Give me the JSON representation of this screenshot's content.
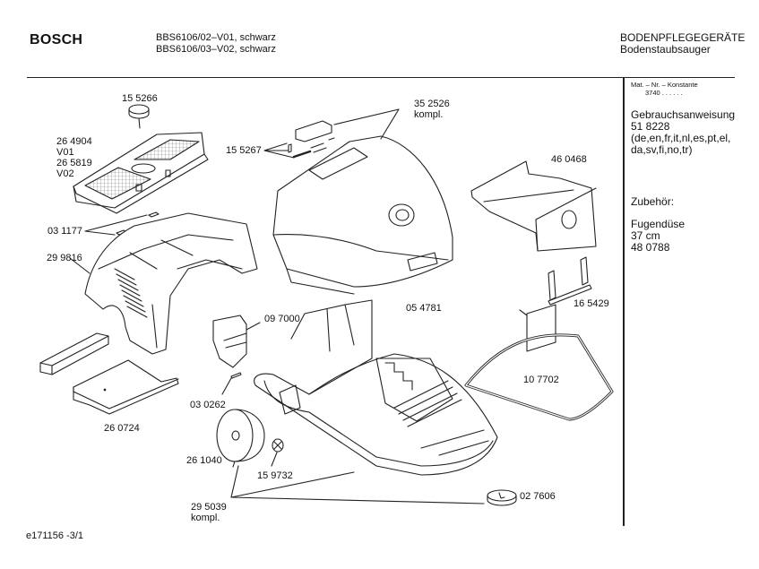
{
  "header": {
    "brand": "BOSCH",
    "models": [
      "BBS6106/02–V01, schwarz",
      "BBS6106/03–V02, schwarz"
    ],
    "category": "BODENPFLEGEGERÄTE",
    "subcategory": "Bodenstaubsauger"
  },
  "sidebar": {
    "mat_label": "Mat. – Nr. – Konstante",
    "mat_value": "3740  .  .  .  .  .  .",
    "manual_title": "Gebrauchsanweisung",
    "manual_number": "51 8228",
    "manual_langs_1": "(de,en,fr,it,nl,es,pt,el,",
    "manual_langs_2": "da,sv,fi,no,tr)",
    "accessories_title": "Zubehör:",
    "accessory_name": "Fugendüse",
    "accessory_size": "37 cm",
    "accessory_number": "48 0788"
  },
  "parts": {
    "p155266": "15 5266",
    "p264904": "26 4904",
    "v01": "V01",
    "p265819": "26 5819",
    "v02": "V02",
    "p155267": "15 5267",
    "p352526": "35 2526",
    "p352526_note": "kompl.",
    "p460468": "46 0468",
    "p031177": "03 1177",
    "p299816": "29 9816",
    "p165429": "16 5429",
    "p054781": "05 4781",
    "p097000": "09 7000",
    "p107702": "10 7702",
    "p030262": "03 0262",
    "p260724": "26 0724",
    "p261040": "26 1040",
    "p159732": "15 9732",
    "p295039": "29 5039",
    "p295039_note": "kompl.",
    "p027606": "02 7606"
  },
  "footer": {
    "doc_id": "e171156 -3/1"
  }
}
